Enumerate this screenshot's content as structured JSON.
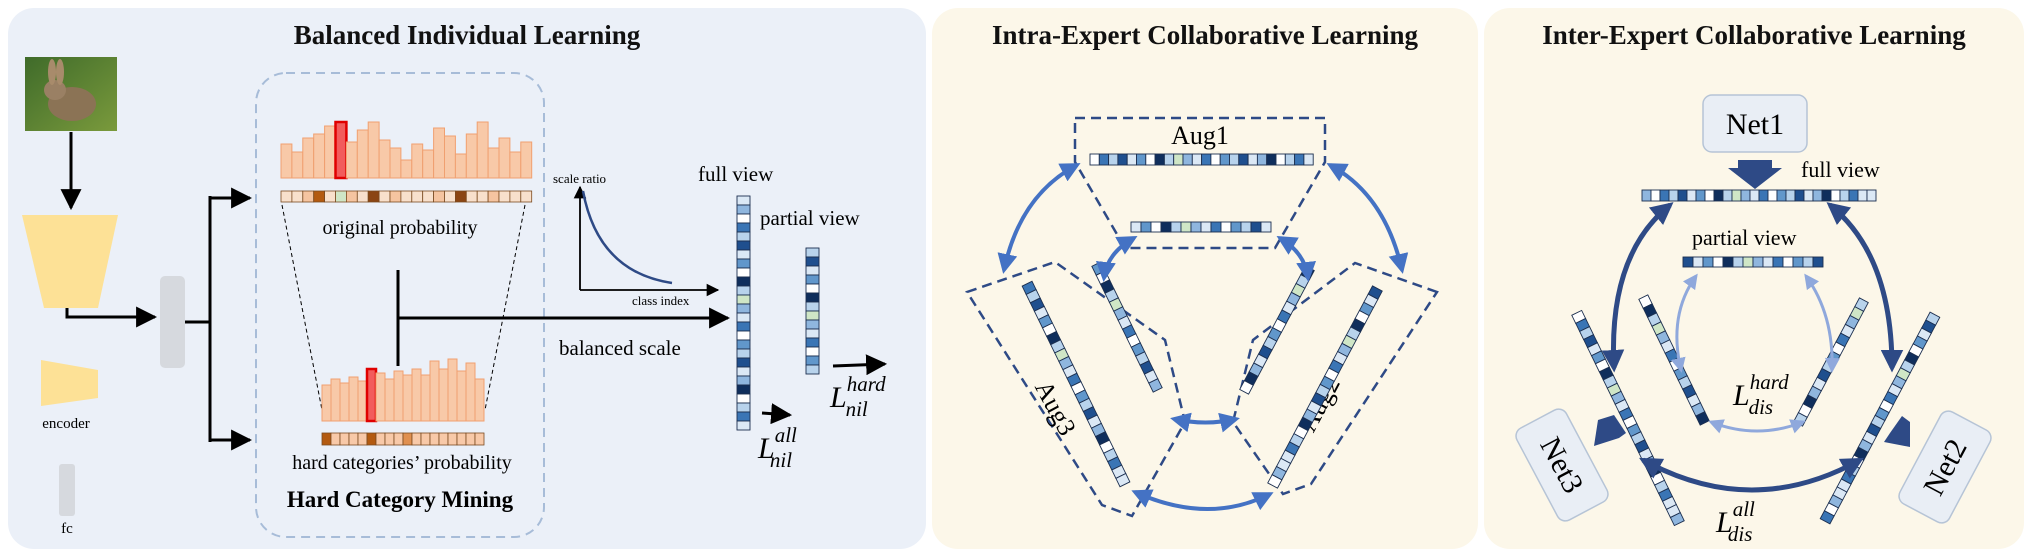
{
  "panels": {
    "p1": {
      "title": "Balanced Individual Learning",
      "original_probability": "original probability",
      "hard_probability": "hard categories’ probability",
      "hard_mining": "Hard Category Mining",
      "encoder": "encoder",
      "fc": "fc",
      "scale_ratio": "scale ratio",
      "class_index": "class index",
      "balanced_scale": "balanced scale",
      "full_view": "full view",
      "partial_view": "partial view",
      "loss_all": {
        "base": "L",
        "sup": "all",
        "sub": "nil"
      },
      "loss_hard": {
        "base": "L",
        "sup": "hard",
        "sub": "nil"
      }
    },
    "p2": {
      "title": "Intra-Expert Collaborative Learning",
      "aug1": "Aug1",
      "aug2": "Aug2",
      "aug3": "Aug3"
    },
    "p3": {
      "title": "Inter-Expert Collaborative Learning",
      "net1": "Net1",
      "net2": "Net2",
      "net3": "Net3",
      "full_view": "full view",
      "partial_view": "partial view",
      "loss_hard": {
        "base": "L",
        "sup": "hard",
        "sub": "dis"
      },
      "loss_all": {
        "base": "L",
        "sup": "all",
        "sub": "dis"
      }
    }
  },
  "colors": {
    "panel1_bg": "#ebf0f8",
    "panel2_bg": "#fcf7e9",
    "accent_blue": "#4472c4",
    "dark_blue": "#2e4a86",
    "light_blue": "#8fa8dc",
    "encoder_yellow": "#fde196",
    "bar_orange": "#f8c9a8",
    "bar_red": "#f25c5c"
  }
}
